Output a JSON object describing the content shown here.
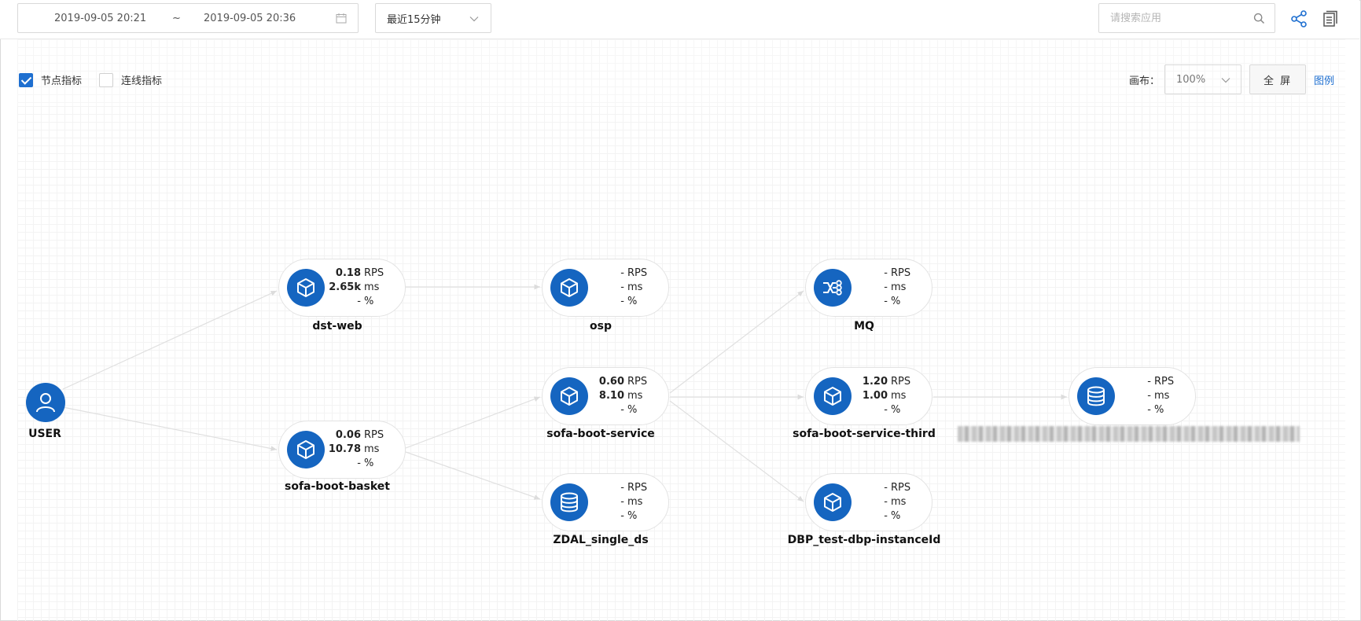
{
  "toolbar": {
    "date_start": "2019-09-05 20:21",
    "date_sep": "~",
    "date_end": "2019-09-05 20:36",
    "time_preset": "最近15分钟",
    "search_placeholder": "请搜索应用"
  },
  "options": {
    "node_metrics_label": "节点指标",
    "node_metrics_checked": true,
    "edge_metrics_label": "连线指标",
    "edge_metrics_checked": false
  },
  "canvas": {
    "label": "画布：",
    "zoom": "100%",
    "fullscreen": "全 屏",
    "legend": "图例"
  },
  "colors": {
    "accent": "#1565c0",
    "link": "#1e6fd0"
  },
  "graph": {
    "user": {
      "name": "USER",
      "icon": "user-icon"
    },
    "nodes": [
      {
        "name": "dst-web",
        "icon": "cube-icon",
        "rps": "0.18",
        "ms": "2.65k",
        "pct": "-"
      },
      {
        "name": "sofa-boot-basket",
        "icon": "cube-icon",
        "rps": "0.06",
        "ms": "10.78",
        "pct": "-"
      },
      {
        "name": "osp",
        "icon": "cube-icon",
        "rps": "-",
        "ms": "-",
        "pct": "-"
      },
      {
        "name": "sofa-boot-service",
        "icon": "cube-icon",
        "rps": "0.60",
        "ms": "8.10",
        "pct": "-"
      },
      {
        "name": "ZDAL_single_ds",
        "icon": "database-icon",
        "rps": "-",
        "ms": "-",
        "pct": "-"
      },
      {
        "name": "MQ",
        "icon": "mq-icon",
        "rps": "-",
        "ms": "-",
        "pct": "-"
      },
      {
        "name": "sofa-boot-service-third",
        "icon": "cube-icon",
        "rps": "1.20",
        "ms": "1.00",
        "pct": "-"
      },
      {
        "name": "DBP_test-dbp-instanceId",
        "icon": "cube-icon",
        "rps": "-",
        "ms": "-",
        "pct": "-"
      },
      {
        "name": "",
        "icon": "database-icon",
        "rps": "-",
        "ms": "-",
        "pct": "-"
      }
    ],
    "units": {
      "rps": "RPS",
      "ms": "ms",
      "pct": "%"
    }
  }
}
